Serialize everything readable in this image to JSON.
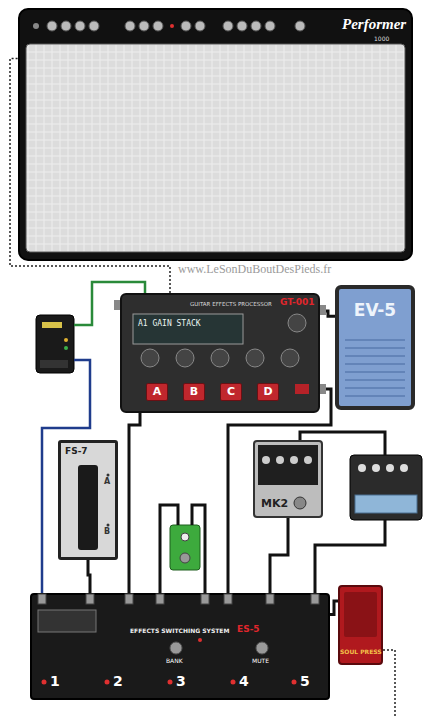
{
  "diagram": {
    "nodes": [
      {
        "text": [
          "Performer",
          "1000"
        ]
      },
      {
        "text": [
          "GUITAR EFFECTS PROCESSOR",
          "GT-001"
        ]
      },
      {
        "text": [
          "A"
        ],
        "in": 1
      },
      {
        "text": [
          "B"
        ],
        "in": 1
      },
      {
        "text": [
          "C"
        ],
        "in": 1
      },
      {
        "text": [
          "D"
        ],
        "in": 1
      },
      {
        "text": [
          "EV-5"
        ]
      },
      {
        "text": [
          "FS-7"
        ]
      },
      {
        "text": [
          "MK2"
        ]
      },
      {
        "text": [
          "EFFECTS SWITCHING SYSTEM",
          "ES-5"
        ]
      },
      {
        "text": [
          "SOUL PRESS"
        ]
      }
    ],
    "edges": [
      {
        "from": 1,
        "to": 0,
        "arrow": "none"
      },
      {
        "from": 6,
        "to": 1,
        "arrow": "none"
      },
      {
        "from": 1,
        "to": 9,
        "arrow": "none"
      },
      {
        "from": 1,
        "to": 9,
        "arrow": "none"
      },
      {
        "from": 7,
        "to": 9,
        "arrow": "none"
      },
      {
        "from": 8,
        "to": 9,
        "arrow": "none"
      },
      {
        "from": 10,
        "to": 9,
        "arrow": "none"
      }
    ],
    "labels": [
      "www.LeSonDuBoutDesPieds.fr",
      "A1 GAIN STACK",
      "A",
      "B",
      "BANK",
      "MUTE",
      "1",
      "2",
      "3",
      "4",
      "5"
    ]
  }
}
